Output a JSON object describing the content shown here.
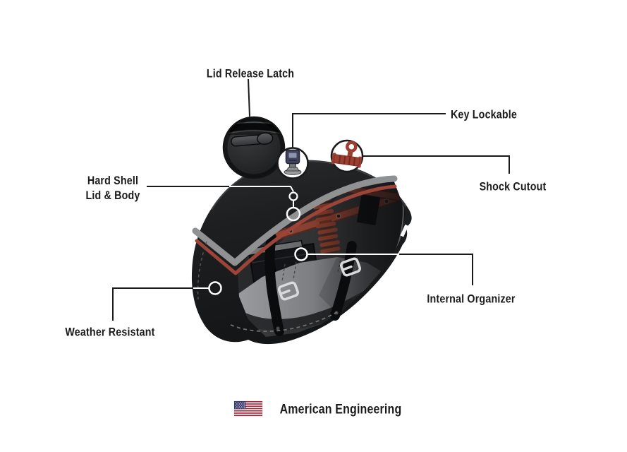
{
  "diagram_type": "product-feature-callout-diagram",
  "callouts": {
    "lid_release_latch": {
      "label": "Lid Release Latch",
      "marker": "magnifier-circle-latch-photo"
    },
    "key_lockable": {
      "label": "Key Lockable",
      "marker": "circle-key-icon"
    },
    "hard_shell": {
      "label_line1": "Hard Shell",
      "label_line2": "Lid & Body",
      "marker": "two-point-circles"
    },
    "shock_cutout": {
      "label": "Shock Cutout",
      "marker": "circle-shock-absorber-icon"
    },
    "internal_organizer": {
      "label": "Internal Organizer",
      "marker": "point-circle"
    },
    "weather_resistant": {
      "label": "Weather Resistant",
      "marker": "point-circle"
    }
  },
  "footer": {
    "label": "American Engineering",
    "icon": "us-flag-icon"
  },
  "icons": {
    "key_icon": "upright key in lock barrel, navy head on gray flange",
    "shock_icon": "maroon shock absorber with top eyelet",
    "latch_photo": "zoomed photo of gray lid release latch on black leather",
    "us_flag_icon": "united states flag"
  },
  "colors": {
    "background": "#FFFFFF",
    "line_black": "#1A1A1A",
    "line_white": "#FFFFFF",
    "bag_black": "#1B1D1F",
    "trim_gray": "#8F9193",
    "accent_red": "#A04534",
    "interior_gray": "#9C9DA0",
    "buckle_silver": "#D8DADC",
    "flag_red": "#B22234",
    "flag_blue": "#3C3B6E",
    "text": "#1B1B1B"
  }
}
